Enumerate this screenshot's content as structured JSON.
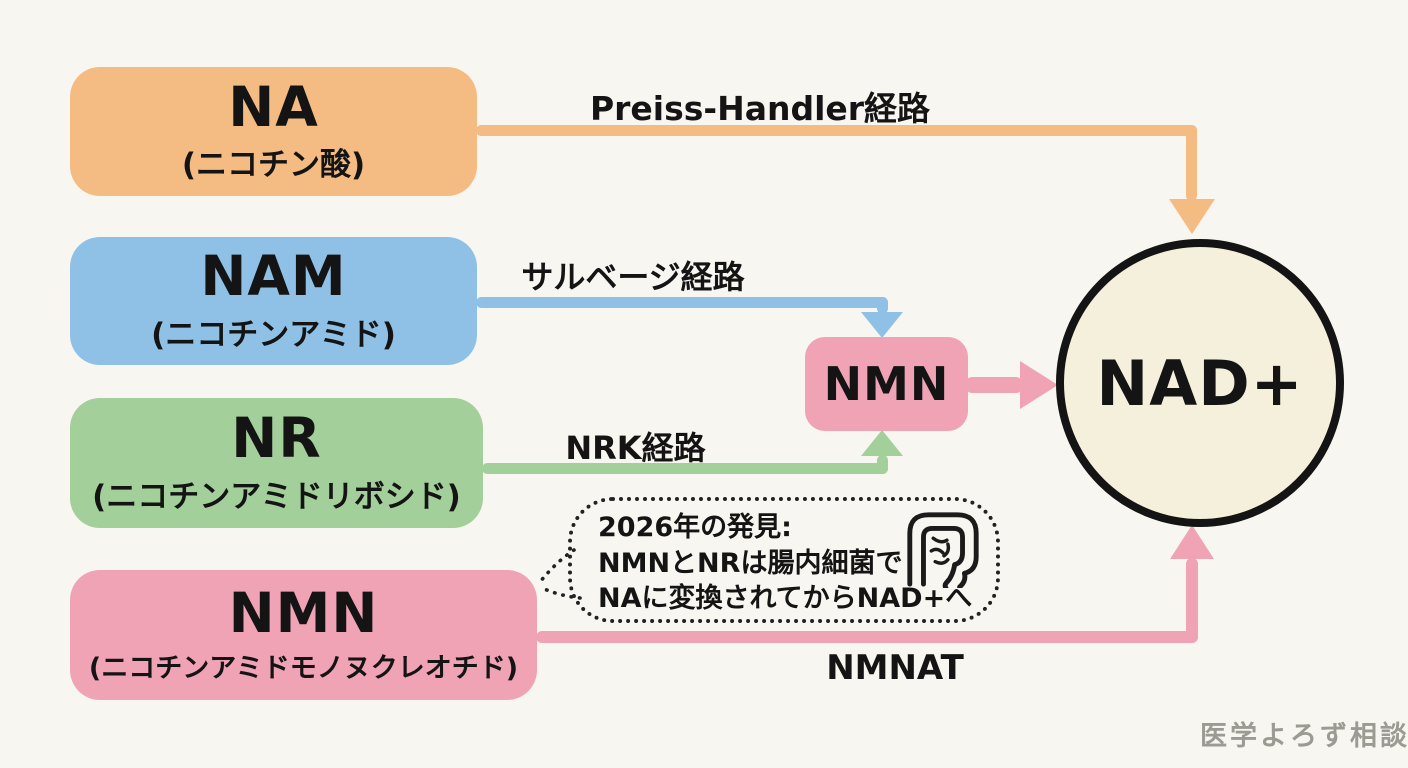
{
  "background_color": "#F7F6F0",
  "colors": {
    "orange": "#F4BC82",
    "blue": "#8FC1E6",
    "green": "#A3CF9B",
    "pink": "#F0A3B5",
    "circle_fill": "#F5F0DB",
    "text": "#141414",
    "watermark": "#9B9B93"
  },
  "precursors": [
    {
      "abbr": "NA",
      "name": "(ニコチン酸)",
      "color": "#F4BC82"
    },
    {
      "abbr": "NAM",
      "name": "(ニコチンアミド)",
      "color": "#8FC1E6"
    },
    {
      "abbr": "NR",
      "name": "(ニコチンアミドリボシド)",
      "color": "#A3CF9B"
    },
    {
      "abbr": "NMN",
      "name": "(ニコチンアミドモノヌクレオチド)",
      "color": "#F0A3B5"
    }
  ],
  "pathways": {
    "preiss_handler": "Preiss-Handler経路",
    "salvage": "サルベージ経路",
    "nrk": "NRK経路",
    "nmnat": "NMNAT"
  },
  "intermediate": {
    "label": "NMN",
    "color": "#F0A3B5"
  },
  "product": {
    "label": "NAD+",
    "fill": "#F5F0DB"
  },
  "callout": {
    "line1": "2026年の発見:",
    "line2": "NMNとNRは腸内細菌で",
    "line3": "NAに変換されてからNAD+へ",
    "icon": "intestine-icon"
  },
  "watermark": "医学よろず相談"
}
